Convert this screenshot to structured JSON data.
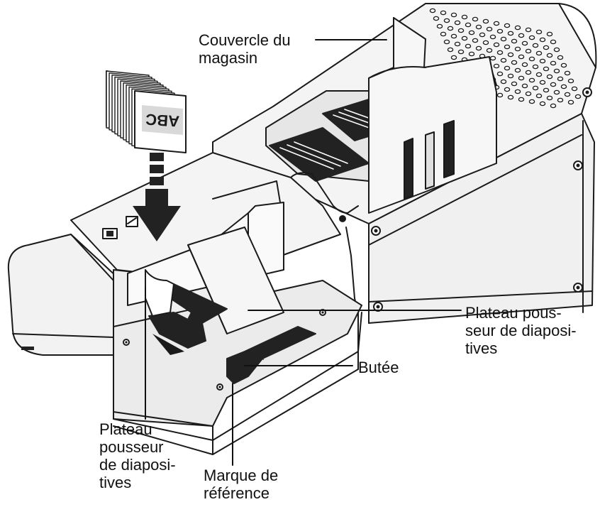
{
  "callouts": {
    "magazine_cover": {
      "line1": "Couvercle du",
      "line2": "magasin"
    },
    "pusher_tray_right": {
      "line1": "Plateau pous-",
      "line2": "seur de diaposi-",
      "line3": "tives"
    },
    "stop": {
      "line1": "Butée"
    },
    "pusher_tray_left": {
      "line1": "Plateau",
      "line2": "pousseur",
      "line3": "de diaposi-",
      "line4": "tives"
    },
    "reference_mark": {
      "line1": "Marque de",
      "line2": "référence"
    }
  },
  "slide_stack": {
    "mirrored_text": "ABC"
  },
  "colors": {
    "outline": "#1a1a1a",
    "body_fill": "#f4f4f4",
    "shadow_fill": "#d9d9d9",
    "dark_parts": "#222222",
    "label_text": "#111111"
  },
  "icons": [
    "down-arrow-icon",
    "curved-arrow-icon",
    "screw-icon",
    "vent-hole-icon"
  ]
}
